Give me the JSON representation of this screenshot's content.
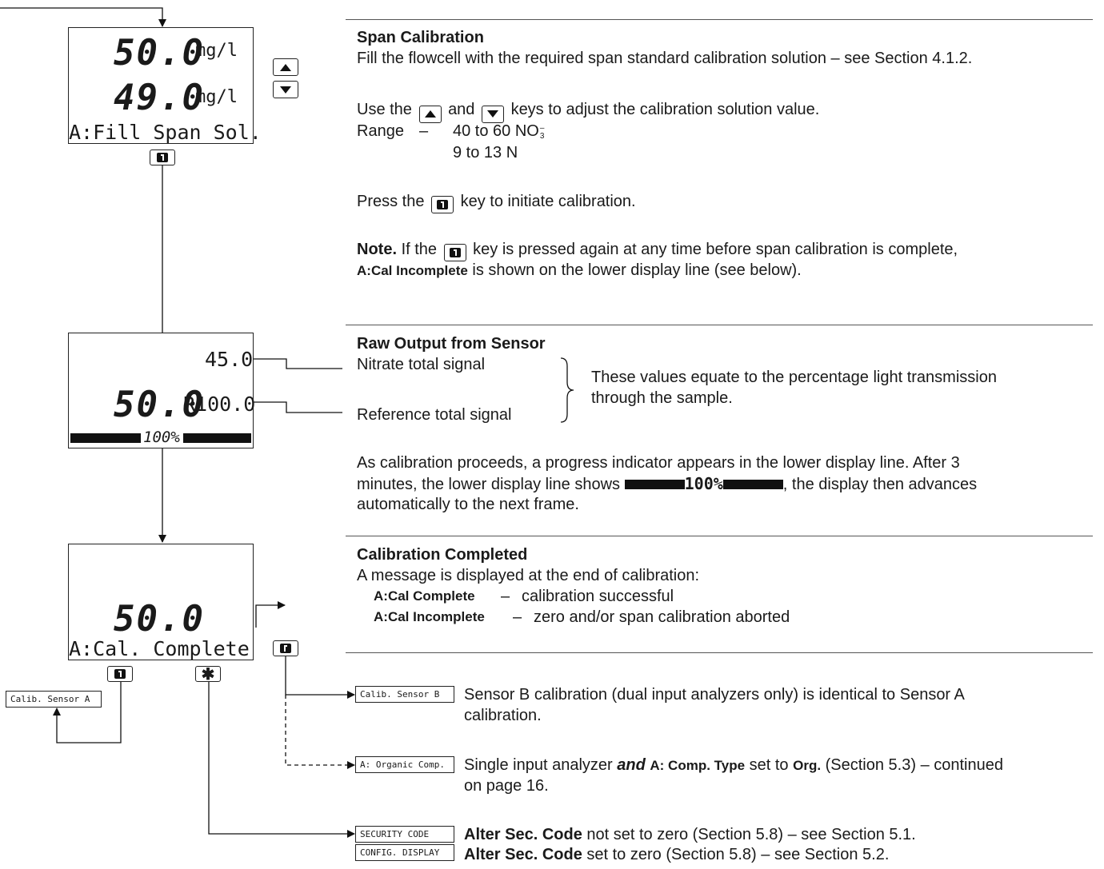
{
  "displays": {
    "span": {
      "line1_value": "50.0",
      "line1_unit": "mg/l",
      "line2_value": "49.0",
      "line2_unit": "mg/l",
      "line3": "A:Fill Span Sol."
    },
    "raw": {
      "line1": "45.0",
      "line2_value": "50.0",
      "line2_ref": "R100.0",
      "progress_text": "100%",
      "progress": 1.0
    },
    "complete": {
      "value": "50.0",
      "line3": "A:Cal. Complete"
    }
  },
  "keys": {
    "up": "up-arrow-key",
    "down": "down-arrow-key",
    "enter": "enter-key",
    "return": "return-key",
    "star": "star-key"
  },
  "labels": {
    "calib_a": "Calib. Sensor A",
    "calib_b": "Calib. Sensor B",
    "organic": "A: Organic Comp.",
    "security": "SECURITY CODE",
    "config": "CONFIG. DISPLAY"
  },
  "span_section": {
    "heading": "Span Calibration",
    "p1": "Fill the flowcell with the required span standard calibration solution – see Section 4.1.2.",
    "p2_a": "Use the",
    "p2_b": "and",
    "p2_c": "keys to adjust the calibration solution value.",
    "range_label": "Range",
    "range_dash": "–",
    "range_1": "40 to 60 NO",
    "range_1_sup": "–",
    "range_1_sub": "3",
    "range_2": "9 to 13 N",
    "p3_a": "Press the",
    "p3_b": "key to initiate calibration.",
    "note_label": "Note.",
    "note_a": "If the",
    "note_b": "key is pressed again at any time before span calibration is complete,",
    "note_c_bold": "A:Cal Incomplete",
    "note_c": "is shown on the lower display line (see below)."
  },
  "raw_section": {
    "heading": "Raw Output from Sensor",
    "nitrate": "Nitrate total signal",
    "reference": "Reference total signal",
    "equate_1": "These values equate to the percentage light transmission",
    "equate_2": "through the sample.",
    "p_a": "As calibration proceeds, a progress indicator appears in the lower display line. After 3",
    "p_b": "minutes, the lower display line shows",
    "p_b_mono": "100%",
    "p_b2": ", the display then advances",
    "p_c": "automatically to the next frame."
  },
  "complete_section": {
    "heading": "Calibration Completed",
    "p1": "A message is displayed at the end of calibration:",
    "row1_key": "A:Cal Complete",
    "row1_dash": "–",
    "row1_val": "calibration successful",
    "row2_key": "A:Cal Incomplete",
    "row2_dash": "–",
    "row2_val": "zero and/or span calibration aborted"
  },
  "sensor_b": {
    "text_a": "Sensor B calibration (dual input analyzers only) is identical to Sensor A",
    "text_b": "calibration."
  },
  "organic_text": {
    "a": "Single input analyzer",
    "and": "and",
    "b": "A: Comp. Type",
    "c": "set to",
    "d": "Org.",
    "e": "(Section 5.3) – continued",
    "f": "on page 16."
  },
  "security_text": {
    "bold": "Alter Sec. Code",
    "rest": "not set to zero (Section 5.8) – see Section 5.1."
  },
  "config_text": {
    "bold": "Alter Sec. Code",
    "rest": "set to zero (Section 5.8) – see Section 5.2."
  }
}
